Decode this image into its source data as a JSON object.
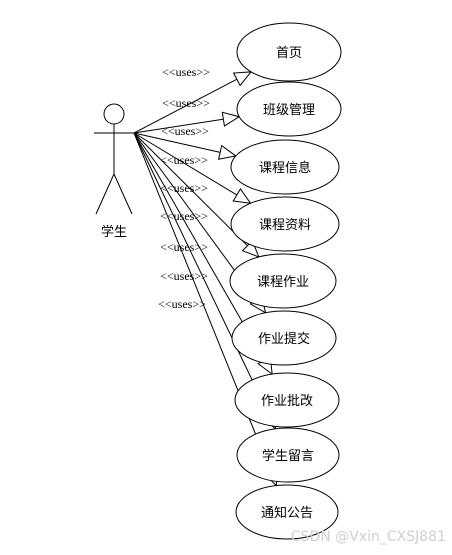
{
  "actor": {
    "label": "学生"
  },
  "relation_label": "<<uses>>",
  "use_cases": [
    {
      "label": "首页"
    },
    {
      "label": "班级管理"
    },
    {
      "label": "课程信息"
    },
    {
      "label": "课程资料"
    },
    {
      "label": "课程作业"
    },
    {
      "label": "作业提交"
    },
    {
      "label": "作业批改"
    },
    {
      "label": "学生留言"
    },
    {
      "label": "通知公告"
    }
  ],
  "watermark": "CSDN @Vxin_CXSJ881"
}
